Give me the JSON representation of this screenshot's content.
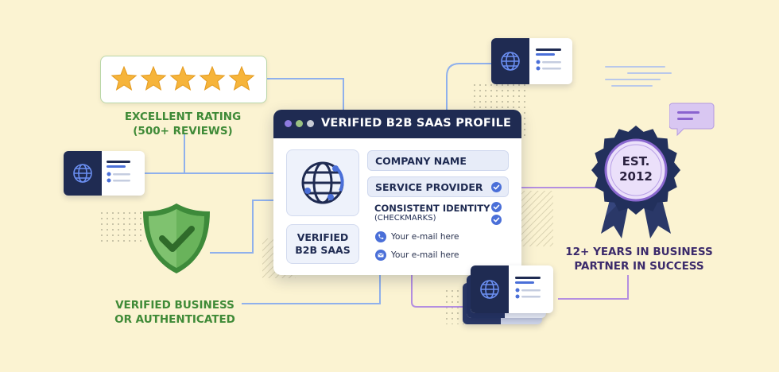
{
  "rating": {
    "star_count": 5,
    "caption_line1": "EXCELLENT RATING",
    "caption_line2": "(500+ REVIEWS)"
  },
  "shield": {
    "caption_line1": "VERIFIED BUSINESS",
    "caption_line2": "OR AUTHENTICATED"
  },
  "profile": {
    "title": "VERIFIED B2B SAAS PROFILE",
    "verified_label_line1": "VERIFIED",
    "verified_label_line2": "B2B SAAS",
    "company_name": "COMPANY NAME",
    "service_provider": "SERVICE PROVIDER",
    "identity_title": "CONSISTENT IDENTITY",
    "identity_sub": "(CHECKMARKS)",
    "email_1": "Your e-mail here",
    "email_2": "Your e-mail here"
  },
  "badge": {
    "est_line1": "EST.",
    "est_line2": "2012",
    "caption_line1": "12+ YEARS IN BUSINESS",
    "caption_line2": "PARTNER IN SUCCESS"
  },
  "icons": {
    "globe": "globe-icon",
    "star": "star-icon",
    "shield": "shield-check-icon",
    "phone": "phone-icon",
    "mail": "mail-icon",
    "check": "check-icon",
    "speech": "speech-bubble-icon",
    "ribbon": "award-ribbon-icon"
  },
  "colors": {
    "background": "#fbf3d2",
    "navy": "#1f2b52",
    "accent_blue": "#4a6fd8",
    "green": "#3f8a37",
    "star": "#f6b43a",
    "purple": "#7b5cc4"
  }
}
